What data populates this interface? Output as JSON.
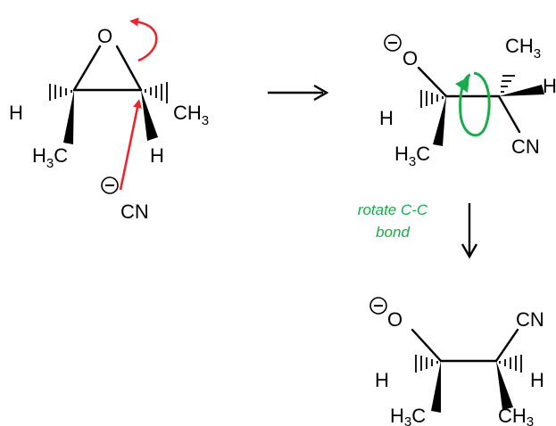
{
  "colors": {
    "ink": "#000000",
    "red_arrow": "#e8262d",
    "green_annotation": "#1aab4b",
    "background": "#ffffff"
  },
  "reactant": {
    "oxygen": "O",
    "left_h": "H",
    "right_methyl": "CH",
    "right_methyl_sub": "3",
    "left_methyl": "H",
    "left_methyl_sub": "3",
    "left_methyl_tail": "C",
    "right_h": "H",
    "nucleophile": "CN",
    "nucleophile_charge": "−"
  },
  "intermediate": {
    "oxygen": "O",
    "oxygen_charge": "−",
    "left_h": "H",
    "top_methyl": "CH",
    "top_methyl_sub": "3",
    "right_h": "H",
    "left_methyl": "H",
    "left_methyl_sub": "3",
    "left_methyl_tail": "C",
    "nitrile": "CN"
  },
  "annotation": {
    "line1": "rotate C-C",
    "line2": "bond"
  },
  "product": {
    "oxygen": "O",
    "oxygen_charge": "−",
    "nitrile": "CN",
    "left_h": "H",
    "right_h": "H",
    "left_methyl": "H",
    "left_methyl_sub": "3",
    "left_methyl_tail": "C",
    "right_methyl": "CH",
    "right_methyl_sub": "3"
  },
  "icons": [
    "reaction-arrow-icon",
    "curved-arrow-icon",
    "rotation-arrow-icon",
    "charge-icon"
  ]
}
